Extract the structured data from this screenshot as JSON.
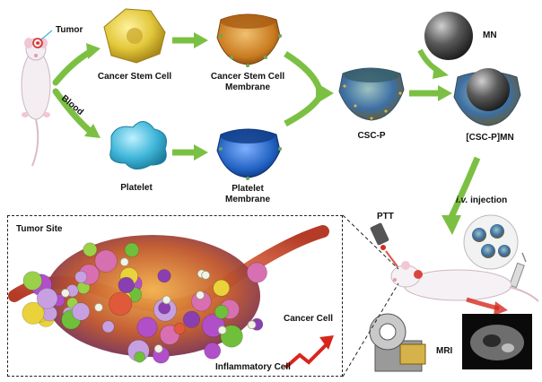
{
  "labels": {
    "tumor": "Tumor",
    "blood": "Blood",
    "cancer_stem_cell": "Cancer Stem Cell",
    "cancer_stem_cell_membrane_line1": "Cancer Stem Cell",
    "cancer_stem_cell_membrane_line2": "Membrane",
    "platelet": "Platelet",
    "platelet_membrane_line1": "Platelet",
    "platelet_membrane_line2": "Membrane",
    "mn": "MN",
    "csc_p": "CSC-P",
    "csc_p_mn": "[CSC-P]MN",
    "iv_prefix": "i.v.",
    "iv_suffix": " injection",
    "ptt": "PTT",
    "mri": "MRI",
    "tumor_site": "Tumor Site",
    "cancer_cell": "Cancer Cell",
    "inflammatory_cell": "Inflammatory Cell"
  },
  "colors": {
    "arrow_green": "#7cc043",
    "csc_yellow": "#e2c83a",
    "csc_membrane_orange": "#c97a1f",
    "platelet_cyan": "#3fb6d8",
    "platelet_membrane_blue": "#1f5fbf",
    "mn_gray": "#4a4a4a",
    "laser_red": "#d42a1e",
    "trend_red": "#d8261c"
  }
}
